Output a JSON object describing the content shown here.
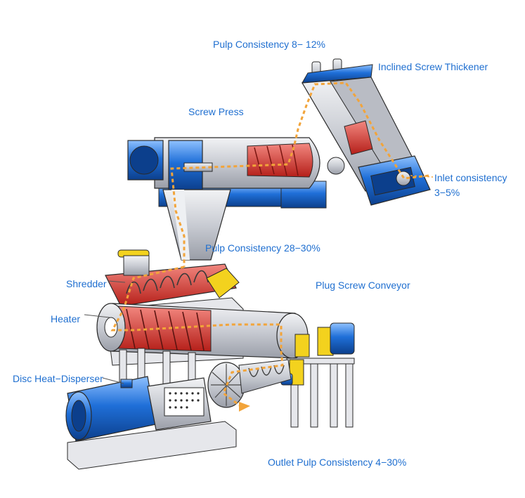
{
  "labels": {
    "pulp_top": "Pulp Consistency 8− 12%",
    "inclined_screw_thickener": "Inclined Screw Thickener",
    "screw_press": "Screw Press",
    "inlet_consistency_line1": "Inlet consistency",
    "inlet_consistency_line2": "3−5%",
    "pulp_mid": "Pulp Consistency 28−30%",
    "shredder": "Shredder",
    "plug_screw_conveyor": "Plug Screw Conveyor",
    "heater": "Heater",
    "disc_heat_disperser": "Disc Heat−Disperser",
    "outlet": "Outlet Pulp Consistency 4−30%"
  },
  "colors": {
    "label_text": "#1f6fd0",
    "machine_blue": "#1f6fd8",
    "machine_grey": "#c9ccd3",
    "screw_red": "#d9302a",
    "flow_orange": "#f2a43a",
    "accent_yellow": "#f3d21e",
    "frame_light": "#e6e7eb",
    "outline": "#2a2a2a"
  }
}
